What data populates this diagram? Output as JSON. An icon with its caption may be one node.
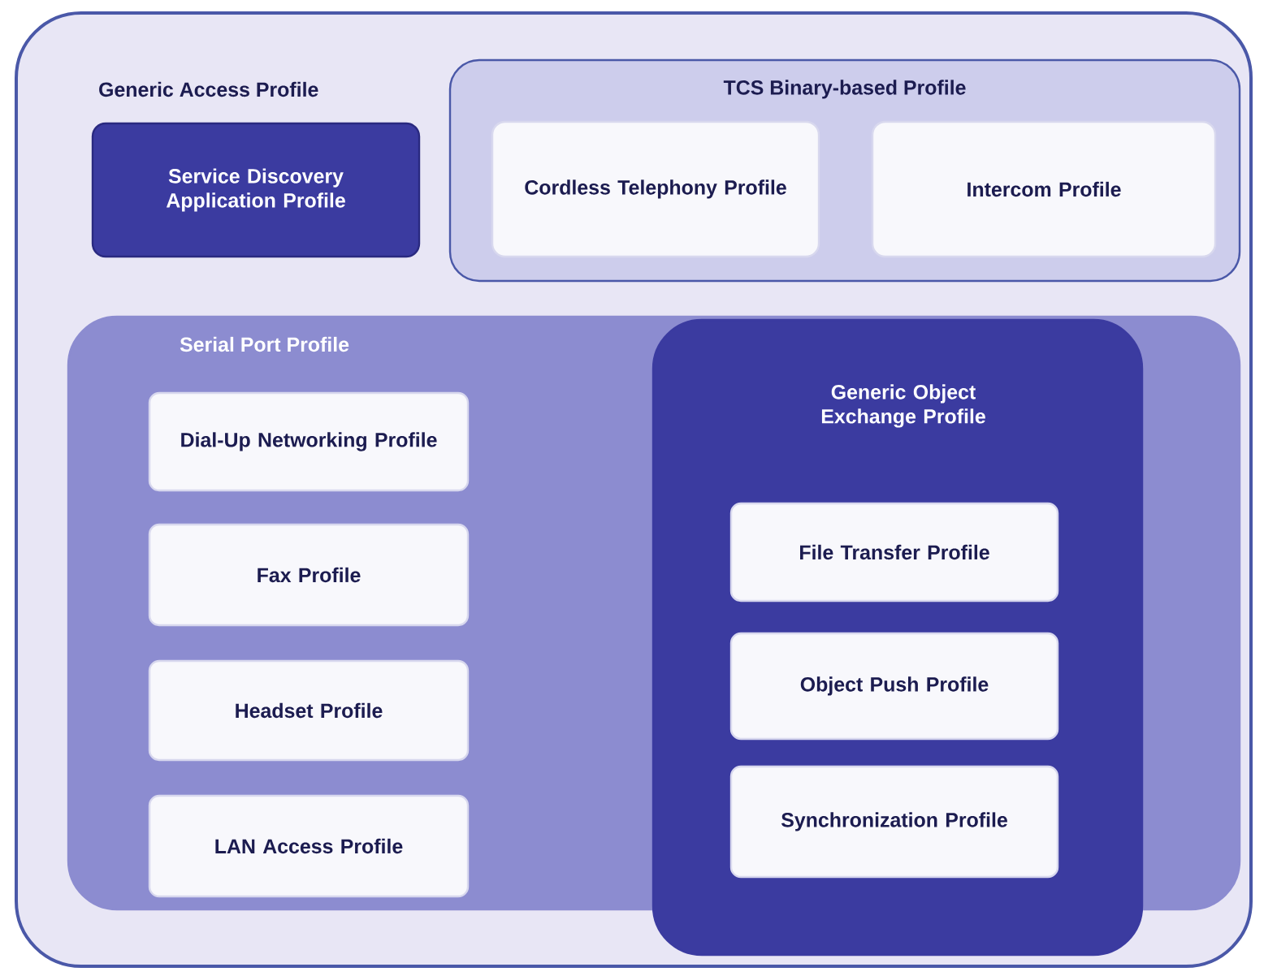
{
  "diagram": {
    "nodes": [
      {
        "text": [
          "Generic Access Profile"
        ]
      },
      {
        "text": [
          "Service Discovery Application Profile"
        ],
        "in": 0
      },
      {
        "text": [
          "TCS Binary-based Profile"
        ],
        "in": 0
      },
      {
        "text": [
          "Cordless Telephony Profile"
        ],
        "in": 2
      },
      {
        "text": [
          "Intercom Profile"
        ],
        "in": 2
      },
      {
        "text": [
          "Serial Port Profile"
        ],
        "in": 0
      },
      {
        "text": [
          "Dial-Up Networking Profile"
        ],
        "in": 5
      },
      {
        "text": [
          "Fax Profile"
        ],
        "in": 5
      },
      {
        "text": [
          "Headset Profile"
        ],
        "in": 5
      },
      {
        "text": [
          "LAN Access Profile"
        ],
        "in": 5
      },
      {
        "text": [
          "Generic Object Exchange Profile"
        ],
        "in": 0
      },
      {
        "text": [
          "File Transfer Profile"
        ],
        "in": 10
      },
      {
        "text": [
          "Object Push Profile"
        ],
        "in": 10
      },
      {
        "text": [
          "Synchronization Profile"
        ],
        "in": 10
      }
    ]
  }
}
